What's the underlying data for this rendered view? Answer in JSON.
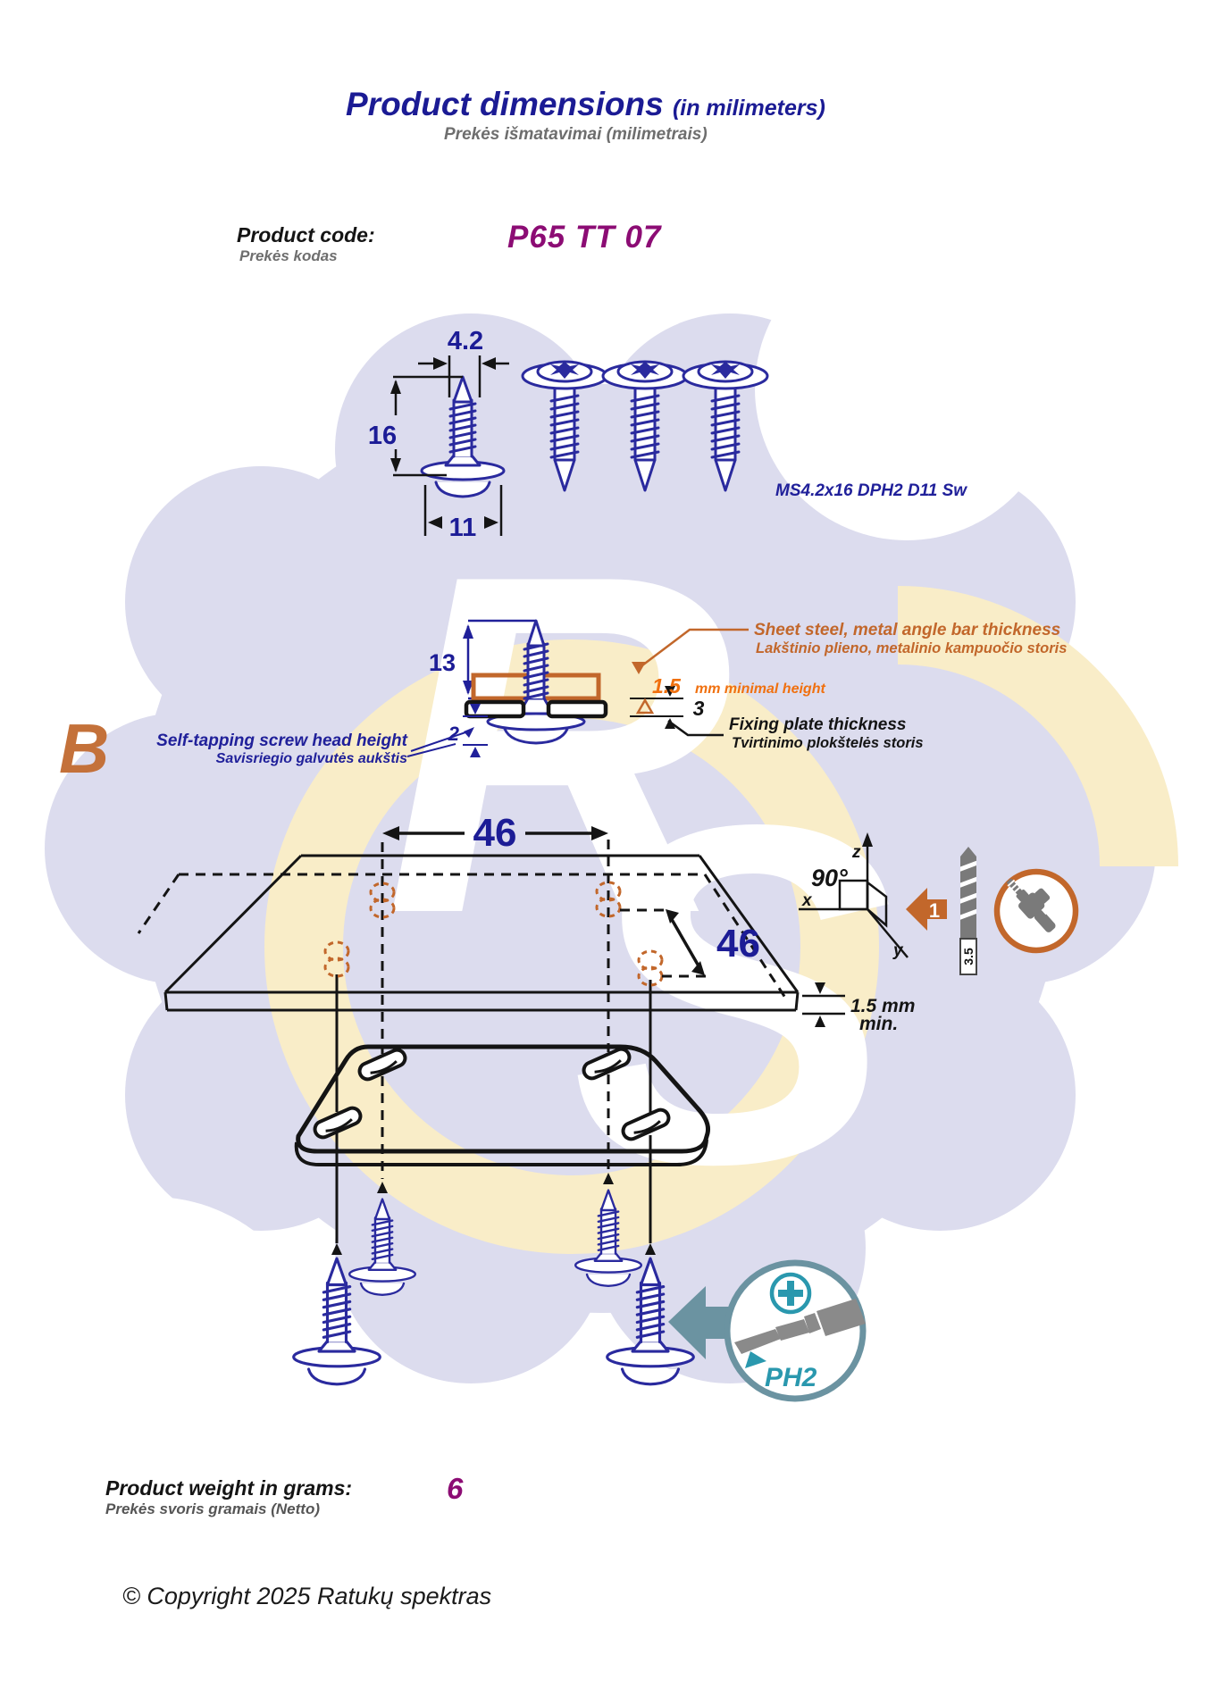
{
  "header": {
    "title": "Product dimensions",
    "title_note": "(in milimeters)",
    "subtitle": "Prekės išmatavimai (milimetrais)"
  },
  "product_code": {
    "label": "Product code:",
    "label_lt": "Prekės kodas",
    "value": "P65 TT 07"
  },
  "top_diagram": {
    "dim_diameter": "4.2",
    "dim_length": "16",
    "dim_head": "11",
    "spec": "MS4.2x16 DPH2 D11 Sw"
  },
  "assembly": {
    "dim_height": "13",
    "dim_head_height": "2",
    "dim_plate": "3",
    "min_value": "1.5",
    "min_note": "mm minimal height",
    "sheet_label_en": "Sheet steel, metal angle bar thickness",
    "sheet_label_lt": "Lakštinio plieno, metalinio kampuočio storis",
    "plate_label_en": "Fixing plate thickness",
    "plate_label_lt": "Tvirtinimo plokštelės storis",
    "head_label_en": "Self-tapping screw head height",
    "head_label_lt": "Savisriegio galvutės aukštis"
  },
  "section_letter": "B",
  "plate_diagram": {
    "dim_spacing_h": "46",
    "dim_spacing_d": "46",
    "min_thickness": "1.5 mm",
    "min_suffix": "min.",
    "angle": "90°",
    "axis_x": "x",
    "axis_y": "y",
    "axis_z": "z",
    "drill_diameter": "3.5",
    "step": "1"
  },
  "tools": {
    "ph2_label": "PH2"
  },
  "footer": {
    "weight_label": "Product weight in grams:",
    "weight_label_lt": "Prekės svoris gramais (Netto)",
    "weight_value": "6",
    "copyright": "© Copyright 2025 Ratukų spektras"
  },
  "icons": {
    "drill-icon": "cordless drill in orange ring",
    "drill-bit-icon": "drill bit, diameter 3.5",
    "screwdriver-icon": "PH2 phillips screwdriver in ring",
    "phillips-cross-icon": "phillips cross recess",
    "screw-icon": "self-tapping screw",
    "step-arrow-icon": "orange step arrow 1"
  },
  "colors": {
    "navy_text": "#1c1c96",
    "screw_line": "#2a2a9e",
    "purple": "#8c0c74",
    "orange": "#c2672b",
    "bright_orange": "#f0700f",
    "teal": "#2a98ae",
    "steel_blue": "#6b93a1",
    "tool_gray": "#7a7a7a",
    "watermark_lavender": "#dcdcee",
    "watermark_cream": "#f9edc8"
  }
}
